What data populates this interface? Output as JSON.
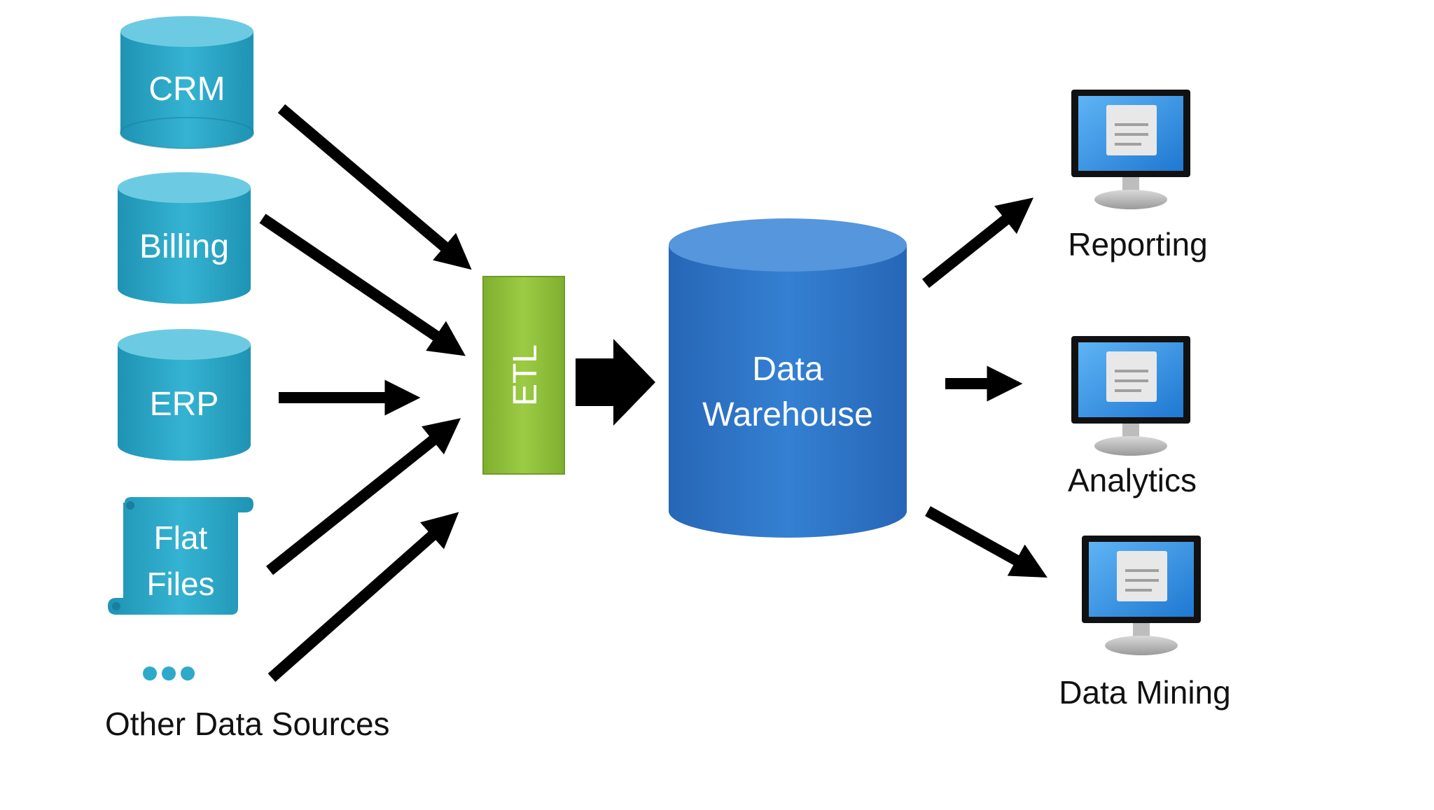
{
  "diagram": {
    "sources": [
      {
        "id": "crm",
        "label": "CRM",
        "shape": "cylinder-icon"
      },
      {
        "id": "billing",
        "label": "Billing",
        "shape": "cylinder-icon"
      },
      {
        "id": "erp",
        "label": "ERP",
        "shape": "cylinder-icon"
      },
      {
        "id": "flat-files",
        "label_lines": [
          "Flat",
          "Files"
        ],
        "shape": "scroll-icon"
      }
    ],
    "other_sources": {
      "label": "Other Data Sources",
      "icon": "ellipsis-dots-icon"
    },
    "etl": {
      "label": "ETL"
    },
    "warehouse": {
      "label_lines": [
        "Data",
        "Warehouse"
      ],
      "shape": "cylinder-icon"
    },
    "outputs": [
      {
        "id": "reporting",
        "label": "Reporting",
        "icon": "monitor-icon"
      },
      {
        "id": "analytics",
        "label": "Analytics",
        "icon": "monitor-icon"
      },
      {
        "id": "data-mining",
        "label": "Data Mining",
        "icon": "monitor-icon"
      }
    ],
    "colors": {
      "source_fill": "#2eaac9",
      "source_top": "#5fc4dc",
      "etl_fill": "#8cbd3a",
      "warehouse_fill": "#2e76c8",
      "warehouse_top": "#4f92d8",
      "arrow": "#000000",
      "screen": "#2f8fe6"
    }
  }
}
